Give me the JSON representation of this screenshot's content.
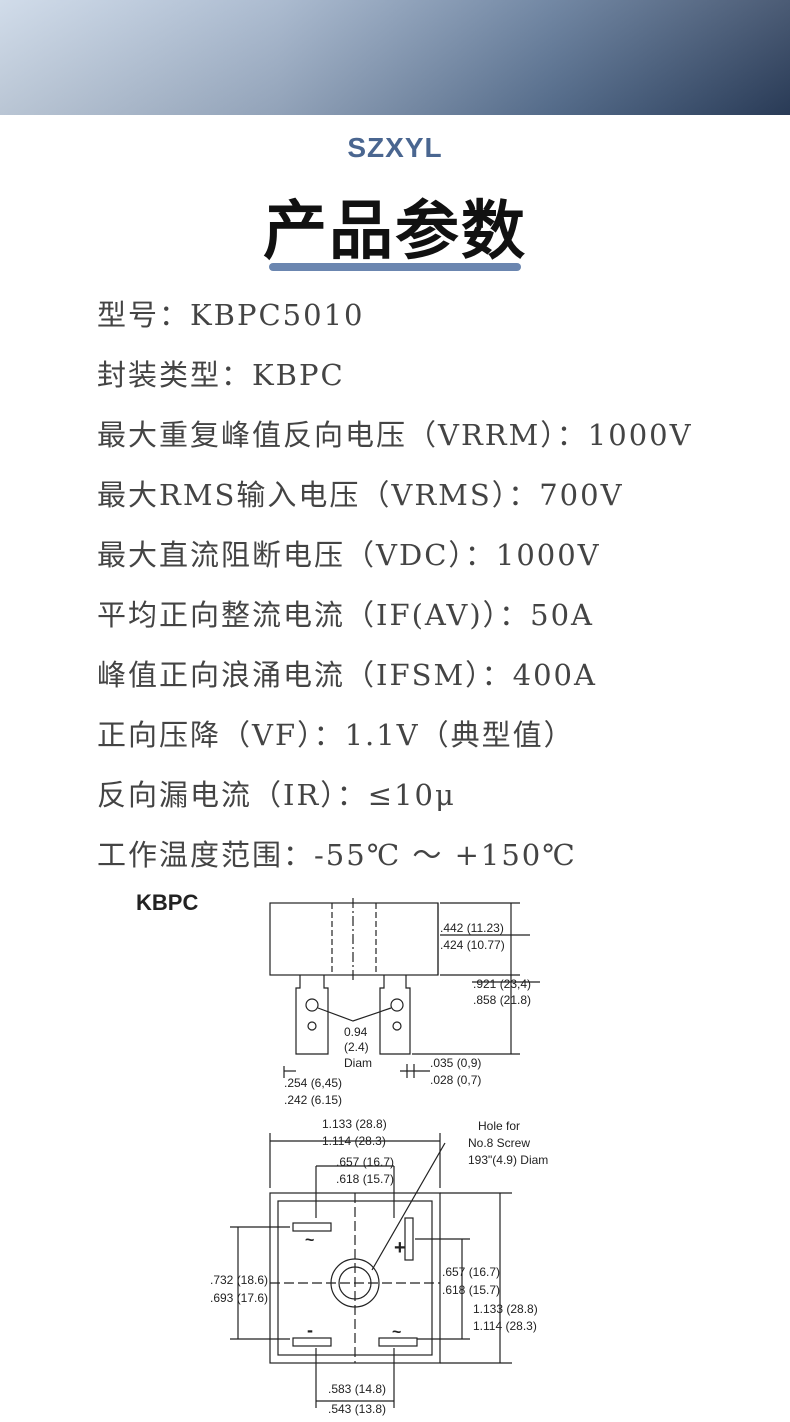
{
  "header": {
    "brand": "SZXYL",
    "title": "产品参数"
  },
  "params": [
    "型号：KBPC5010",
    "封装类型：KBPC",
    "最大重复峰值反向电压（VRRM）：1000V",
    "最大RMS输入电压（VRMS）：700V",
    "最大直流阻断电压（VDC）：1000V",
    "平均正向整流电流（IF(AV)）：50A",
    "峰值正向浪涌电流（IFSM）：400A",
    "正向压降（VF）：1.1V（典型值）",
    "反向漏电流（IR）：≤10μ",
    "工作温度范围：-55℃ ～ +150℃"
  ],
  "diagram": {
    "package_label": "KBPC",
    "dims": {
      "h1a": ".442 (11.23)",
      "h1b": ".424 (10.77)",
      "h2a": ".921 (23,4)",
      "h2b": ".858 (21.8)",
      "diam_a": "0.94",
      "diam_b": "(2.4)",
      "diam_c": "Diam",
      "thick_a": ".035 (0,9)",
      "thick_b": ".028 (0,7)",
      "lead_a": ".254 (6,45)",
      "lead_b": ".242 (6.15)",
      "w_a": "1.133 (28.8)",
      "w_b": "1.114 (28.3)",
      "inner_a": ".657 (16.7)",
      "inner_b": ".618 (15.7)",
      "hole_a": "Hole for",
      "hole_b": "No.8 Screw",
      "hole_c": "193\"(4.9) Diam",
      "left_a": ".732 (18.6)",
      "left_b": ".693 (17.6)",
      "right_a": ".657 (16.7)",
      "right_b": ".618 (15.7)",
      "rh_a": "1.133 (28.8)",
      "rh_b": "1.114 (28.3)",
      "bot_a": ".583 (14.8)",
      "bot_b": ".543 (13.8)"
    },
    "terminals": {
      "ac1": "~",
      "ac2": "~",
      "plus": "+",
      "minus": "-"
    }
  }
}
